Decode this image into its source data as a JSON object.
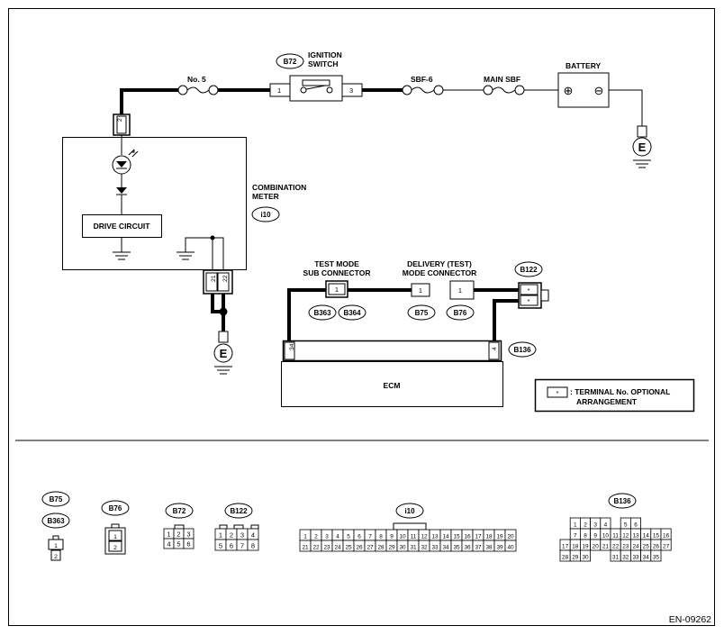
{
  "labels": {
    "ignition_switch": [
      "IGNITION",
      "SWITCH"
    ],
    "fuse_no5": "No. 5",
    "sbf6": "SBF-6",
    "main_sbf": "MAIN SBF",
    "battery": "BATTERY",
    "combination_meter": [
      "COMBINATION",
      "METER"
    ],
    "drive_circuit": "DRIVE CIRCUIT",
    "test_mode_sub_connector": [
      "TEST MODE",
      "SUB CONNECTOR"
    ],
    "delivery_mode_connector": [
      "DELIVERY (TEST)",
      "MODE CONNECTOR"
    ],
    "ecm": "ECM",
    "ground": "E",
    "battery_plus": "⊕",
    "battery_minus": "⊖"
  },
  "connectors": {
    "b72": "B72",
    "b75": "B75",
    "b76": "B76",
    "b122": "B122",
    "b136": "B136",
    "b363": "B363",
    "b364": "B364",
    "i10": "i10"
  },
  "pins": {
    "ign_in": "1",
    "ign_out": "3",
    "meter_top": "2",
    "meter_bottom_left": "21",
    "meter_bottom_right": "22",
    "sub_conn": "1",
    "delivery_left": "1",
    "delivery_right": "1",
    "b122_top": "*",
    "b122_bottom": "*",
    "ecm_left": "34",
    "ecm_right": "4"
  },
  "legend": {
    "symbol": "*",
    "text": [
      ": TERMINAL No. OPTIONAL",
      "ARRANGEMENT"
    ]
  },
  "connector_views": {
    "b75_b363": {
      "tags": [
        "B75",
        "B363"
      ],
      "pins": [
        "1",
        "2"
      ]
    },
    "b76": {
      "tag": "B76",
      "pins": [
        "1",
        "2"
      ]
    },
    "b72": {
      "tag": "B72",
      "rows": [
        [
          "1",
          "2",
          "3"
        ],
        [
          "4",
          "5",
          "6"
        ]
      ]
    },
    "b122": {
      "tag": "B122",
      "rows": [
        [
          "1",
          "2",
          "3",
          "4"
        ],
        [
          "5",
          "6",
          "7",
          "8"
        ]
      ]
    },
    "i10": {
      "tag": "i10",
      "rows": [
        [
          "1",
          "2",
          "3",
          "4",
          "5",
          "6",
          "7",
          "8",
          "9",
          "10",
          "11",
          "12",
          "13",
          "14",
          "15",
          "16",
          "17",
          "18",
          "19",
          "20"
        ],
        [
          "21",
          "22",
          "23",
          "24",
          "25",
          "26",
          "27",
          "28",
          "29",
          "30",
          "31",
          "32",
          "33",
          "34",
          "35",
          "36",
          "37",
          "38",
          "39",
          "40"
        ]
      ]
    },
    "b136": {
      "tag": "B136",
      "rows": [
        [
          "1",
          "2",
          "3",
          "4",
          "",
          "5",
          "6"
        ],
        [
          "7",
          "8",
          "9",
          "10",
          "11",
          "12",
          "13",
          "14",
          "15",
          "16"
        ],
        [
          "17",
          "18",
          "19",
          "20",
          "21",
          "22",
          "23",
          "24",
          "25",
          "26",
          "27"
        ],
        [
          "28",
          "29",
          "30",
          "",
          "",
          "31",
          "32",
          "33",
          "34",
          "35"
        ]
      ]
    }
  },
  "code": "EN-09262"
}
